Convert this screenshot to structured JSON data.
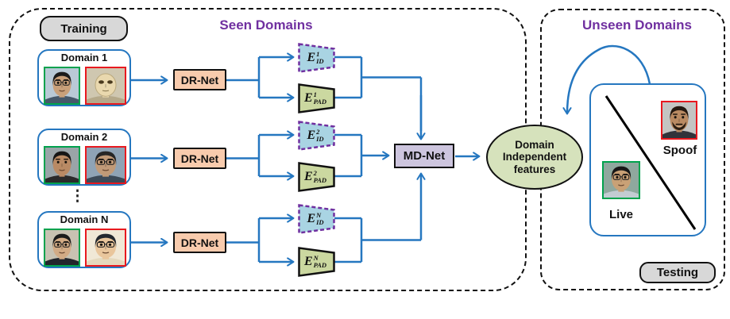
{
  "figure": {
    "kind": "domain-generalization face anti-spoofing framework diagram"
  },
  "colors": {
    "accent_blue": "#2577c0",
    "heading_purple": "#7030a0",
    "panel_border_black": "#111111",
    "drnet_fill": "#f8cbad",
    "eid_fill": "#a9d4e3",
    "eid_border": "#7030a0",
    "epad_fill": "#cbd8a0",
    "mdnet_fill": "#cdc5de",
    "ellipse_fill": "#d6e2bc",
    "badge_fill": "#d8d8d8",
    "live_border_green": "#00a24d",
    "spoof_border_red": "#e8191f"
  },
  "training": {
    "badge_label": "Training",
    "title": "Seen Domains",
    "rows_ellipsis": "⋮",
    "rows": [
      {
        "domain_label": "Domain 1",
        "drnet_label": "DR-Net",
        "encoders": {
          "id": {
            "base": "E",
            "sup": "1",
            "sub": "ID"
          },
          "pad": {
            "base": "E",
            "sup": "1",
            "sub": "PAD"
          }
        },
        "faces": {
          "live": {
            "name": "live-face-photo",
            "border": "#00a24d",
            "bg": "#b9c9d6",
            "skin": "#c9a07a",
            "hair": "#1b1b1b",
            "shirt": "#46586a",
            "glasses": true,
            "mask": false,
            "beard": false
          },
          "spoof": {
            "name": "spoof-face-photo",
            "border": "#e8191f",
            "bg": "#cfc7b0",
            "skin": "#e9d8ae",
            "hair": "#c9b582",
            "shirt": "#b5a98a",
            "glasses": false,
            "mask": true,
            "beard": false
          }
        }
      },
      {
        "domain_label": "Domain 2",
        "drnet_label": "DR-Net",
        "encoders": {
          "id": {
            "base": "E",
            "sup": "2",
            "sub": "ID"
          },
          "pad": {
            "base": "E",
            "sup": "2",
            "sub": "PAD"
          }
        },
        "faces": {
          "live": {
            "name": "live-face-photo",
            "border": "#00a24d",
            "bg": "#9aa4a8",
            "skin": "#b98a64",
            "hair": "#151515",
            "shirt": "#2a2a2a",
            "glasses": false,
            "mask": false,
            "beard": false
          },
          "spoof": {
            "name": "spoof-face-photo",
            "border": "#e8191f",
            "bg": "#8fa3b5",
            "skin": "#c09a78",
            "hair": "#262626",
            "shirt": "#3c4a58",
            "glasses": true,
            "mask": false,
            "beard": false
          }
        }
      },
      {
        "domain_label": "Domain N",
        "drnet_label": "DR-Net",
        "encoders": {
          "id": {
            "base": "E",
            "sup": "N",
            "sub": "ID"
          },
          "pad": {
            "base": "E",
            "sup": "N",
            "sub": "PAD"
          }
        },
        "faces": {
          "live": {
            "name": "live-face-photo",
            "border": "#00a24d",
            "bg": "#c8c2b2",
            "skin": "#d2ab85",
            "hair": "#1b1b1b",
            "shirt": "#22262c",
            "glasses": true,
            "mask": false,
            "beard": false
          },
          "spoof": {
            "name": "spoof-face-photo",
            "border": "#e8191f",
            "bg": "#f0e8d6",
            "skin": "#e9c69c",
            "hair": "#23282e",
            "shirt": "#e4d9be",
            "glasses": true,
            "mask": false,
            "beard": false
          }
        }
      }
    ]
  },
  "mdnet_label": "MD-Net",
  "features": {
    "text": "Domain Independent features",
    "lines": [
      "Domain",
      "Independent",
      "features"
    ]
  },
  "testing": {
    "badge_label": "Testing",
    "title": "Unseen Domains",
    "spoof": {
      "label": "Spoof",
      "face": {
        "name": "spoof-face-photo",
        "border": "#e8191f",
        "bg": "#c4c4c2",
        "skin": "#b98a62",
        "hair": "#24180f",
        "shirt": "#30333a",
        "glasses": false,
        "mask": false,
        "beard": true
      }
    },
    "live": {
      "label": "Live",
      "face": {
        "name": "live-face-photo",
        "border": "#00a24d",
        "bg": "#8fa89e",
        "skin": "#c9a176",
        "hair": "#161616",
        "shirt": "#c3ccd2",
        "glasses": true,
        "mask": false,
        "beard": false
      }
    }
  }
}
